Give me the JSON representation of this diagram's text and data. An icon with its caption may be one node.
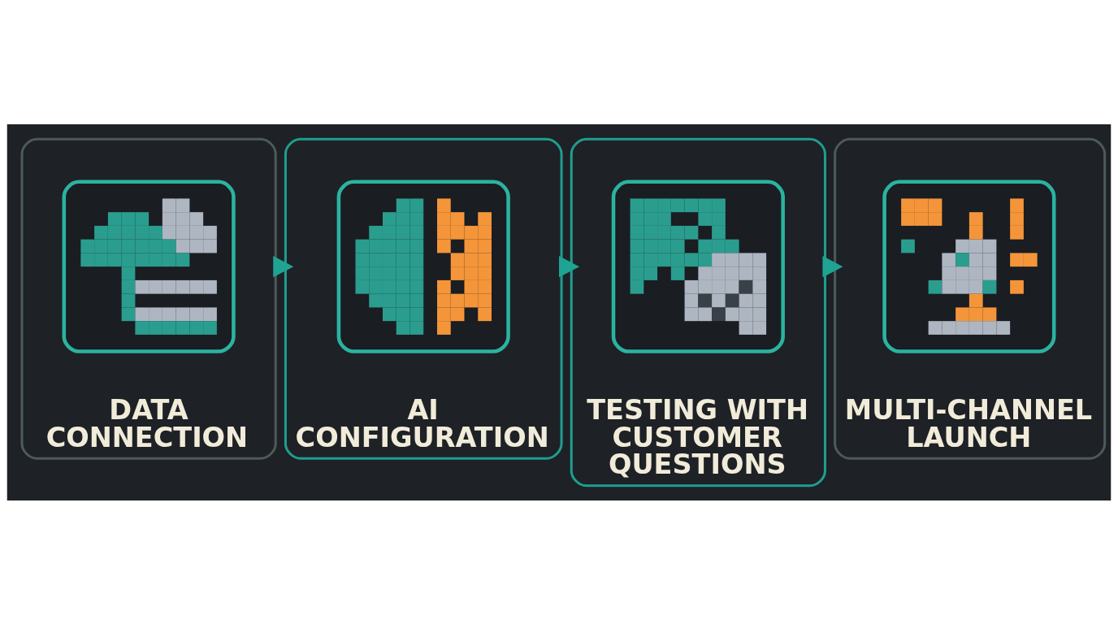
{
  "diagram": {
    "nodes": [
      {
        "text": [
          "DATA CONNECTION"
        ]
      },
      {
        "text": [],
        "shape": "picture",
        "in": 0
      },
      {
        "text": [
          "AI CONFIGURATION"
        ]
      },
      {
        "text": [],
        "shape": "picture",
        "in": 2
      },
      {
        "text": [
          "TESTING WITH CUSTOMER QUESTIONS"
        ]
      },
      {
        "text": [],
        "shape": "picture",
        "in": 4
      },
      {
        "text": [
          "MULTI-CHANNEL LAUNCH"
        ]
      },
      {
        "text": [],
        "shape": "picture",
        "in": 6
      }
    ],
    "edges": [
      {
        "from": 0,
        "to": 2,
        "arrow": "to"
      },
      {
        "from": 2,
        "to": 4,
        "arrow": "to"
      },
      {
        "from": 4,
        "to": 6,
        "arrow": "to"
      }
    ]
  }
}
